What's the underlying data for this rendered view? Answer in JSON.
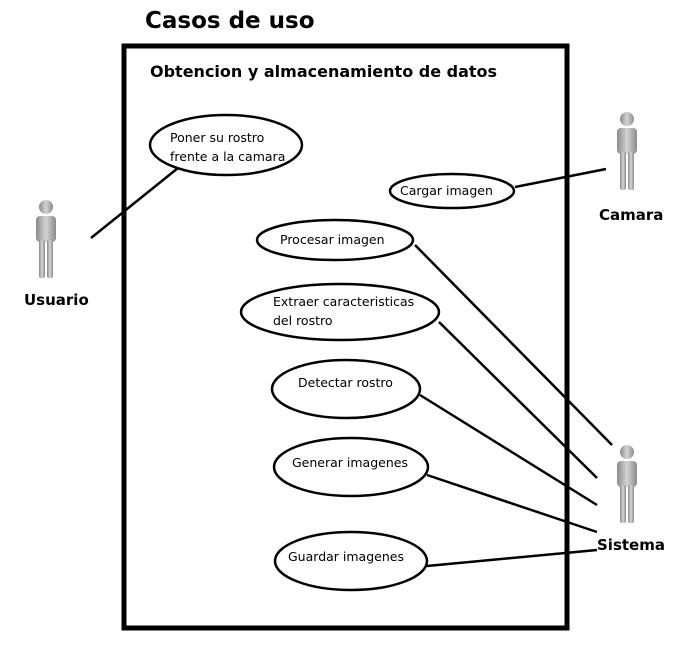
{
  "diagram": {
    "title": "Casos de uso",
    "system_boundary": {
      "title": "Obtencion y almacenamiento de datos"
    },
    "actors": {
      "usuario": "Usuario",
      "camara": "Camara",
      "sistema": "Sistema"
    },
    "use_cases": {
      "poner_rostro": [
        "Poner su rostro",
        "frente a la camara"
      ],
      "cargar_imagen": "Cargar imagen",
      "procesar_imagen": "Procesar imagen",
      "extraer_caracteristicas": [
        "Extraer caracteristicas",
        "del rostro"
      ],
      "detectar_rostro": "Detectar rostro",
      "generar_imagenes": "Generar imagenes",
      "guardar_imagenes": "Guardar imagenes"
    }
  }
}
